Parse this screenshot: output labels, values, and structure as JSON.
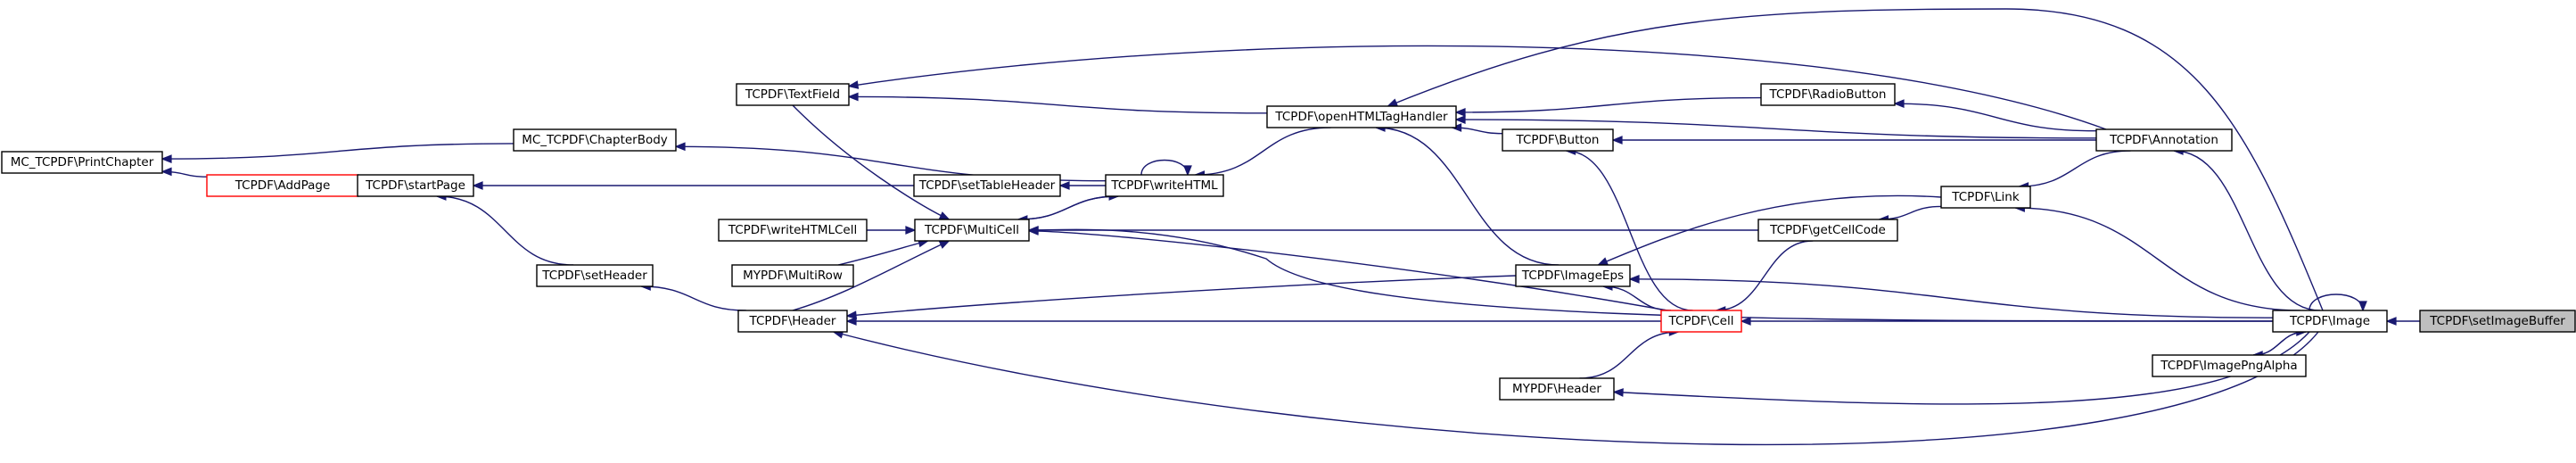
{
  "graph": {
    "nodes": [
      {
        "id": "mc_printchapter",
        "label": "MC_TCPDF\\PrintChapter",
        "style": "normal"
      },
      {
        "id": "addpage",
        "label": "TCPDF\\AddPage",
        "style": "red"
      },
      {
        "id": "chapterbody",
        "label": "MC_TCPDF\\ChapterBody",
        "style": "normal"
      },
      {
        "id": "startpage",
        "label": "TCPDF\\startPage",
        "style": "normal"
      },
      {
        "id": "setheader",
        "label": "TCPDF\\setHeader",
        "style": "normal"
      },
      {
        "id": "textfield",
        "label": "TCPDF\\TextField",
        "style": "normal"
      },
      {
        "id": "writehtmlcell",
        "label": "TCPDF\\writeHTMLCell",
        "style": "normal"
      },
      {
        "id": "mypdf_multirow",
        "label": "MYPDF\\MultiRow",
        "style": "normal"
      },
      {
        "id": "header",
        "label": "TCPDF\\Header",
        "style": "normal"
      },
      {
        "id": "multicell",
        "label": "TCPDF\\MultiCell",
        "style": "normal"
      },
      {
        "id": "settableheader",
        "label": "TCPDF\\setTableHeader",
        "style": "normal"
      },
      {
        "id": "writehtml",
        "label": "TCPDF\\writeHTML",
        "style": "normal"
      },
      {
        "id": "openhtmltaghandler",
        "label": "TCPDF\\openHTMLTagHandler",
        "style": "normal"
      },
      {
        "id": "button",
        "label": "TCPDF\\Button",
        "style": "normal"
      },
      {
        "id": "imageeps",
        "label": "TCPDF\\ImageEps",
        "style": "normal"
      },
      {
        "id": "cell",
        "label": "TCPDF\\Cell",
        "style": "red"
      },
      {
        "id": "mypdf_header",
        "label": "MYPDF\\Header",
        "style": "normal"
      },
      {
        "id": "radiobutton",
        "label": "TCPDF\\RadioButton",
        "style": "normal"
      },
      {
        "id": "getcellcode",
        "label": "TCPDF\\getCellCode",
        "style": "normal"
      },
      {
        "id": "link",
        "label": "TCPDF\\Link",
        "style": "normal"
      },
      {
        "id": "annotation",
        "label": "TCPDF\\Annotation",
        "style": "normal"
      },
      {
        "id": "imagepngalpha",
        "label": "TCPDF\\ImagePngAlpha",
        "style": "normal"
      },
      {
        "id": "image",
        "label": "TCPDF\\Image",
        "style": "normal"
      },
      {
        "id": "setimagebuffer",
        "label": "TCPDF\\setImageBuffer",
        "style": "selected"
      }
    ],
    "edges": [
      {
        "from": "addpage",
        "to": "mc_printchapter"
      },
      {
        "from": "chapterbody",
        "to": "mc_printchapter"
      },
      {
        "from": "startpage",
        "to": "addpage"
      },
      {
        "from": "setheader",
        "to": "startpage"
      },
      {
        "from": "header",
        "to": "setheader"
      },
      {
        "from": "textfield",
        "to": "multicell"
      },
      {
        "from": "writehtmlcell",
        "to": "multicell"
      },
      {
        "from": "mypdf_multirow",
        "to": "multicell"
      },
      {
        "from": "header",
        "to": "multicell"
      },
      {
        "from": "settableheader",
        "to": "startpage"
      },
      {
        "from": "writehtml",
        "to": "settableheader"
      },
      {
        "from": "writehtml",
        "to": "multicell"
      },
      {
        "from": "multicell",
        "to": "writehtml"
      },
      {
        "from": "writehtml",
        "to": "chapterbody"
      },
      {
        "from": "writehtml",
        "to": "writehtml"
      },
      {
        "from": "openhtmltaghandler",
        "to": "writehtml"
      },
      {
        "from": "openhtmltaghandler",
        "to": "textfield"
      },
      {
        "from": "radiobutton",
        "to": "openhtmltaghandler"
      },
      {
        "from": "button",
        "to": "openhtmltaghandler"
      },
      {
        "from": "imageeps",
        "to": "openhtmltaghandler"
      },
      {
        "from": "imageeps",
        "to": "header"
      },
      {
        "from": "cell",
        "to": "imageeps"
      },
      {
        "from": "cell",
        "to": "header"
      },
      {
        "from": "cell",
        "to": "button"
      },
      {
        "from": "cell",
        "to": "multicell"
      },
      {
        "from": "mypdf_header",
        "to": "cell"
      },
      {
        "from": "getcellcode",
        "to": "multicell"
      },
      {
        "from": "getcellcode",
        "to": "cell"
      },
      {
        "from": "link",
        "to": "getcellcode"
      },
      {
        "from": "link",
        "to": "imageeps"
      },
      {
        "from": "annotation",
        "to": "link"
      },
      {
        "from": "annotation",
        "to": "radiobutton"
      },
      {
        "from": "annotation",
        "to": "button"
      },
      {
        "from": "annotation",
        "to": "textfield"
      },
      {
        "from": "annotation",
        "to": "openhtmltaghandler"
      },
      {
        "from": "image",
        "to": "annotation"
      },
      {
        "from": "image",
        "to": "link"
      },
      {
        "from": "image",
        "to": "imageeps"
      },
      {
        "from": "image",
        "to": "cell"
      },
      {
        "from": "image",
        "to": "imagepngalpha"
      },
      {
        "from": "imagepngalpha",
        "to": "image"
      },
      {
        "from": "image",
        "to": "mypdf_header"
      },
      {
        "from": "image",
        "to": "header"
      },
      {
        "from": "image",
        "to": "openhtmltaghandler"
      },
      {
        "from": "image",
        "to": "multicell"
      },
      {
        "from": "image",
        "to": "image"
      },
      {
        "from": "setimagebuffer",
        "to": "image"
      }
    ]
  }
}
